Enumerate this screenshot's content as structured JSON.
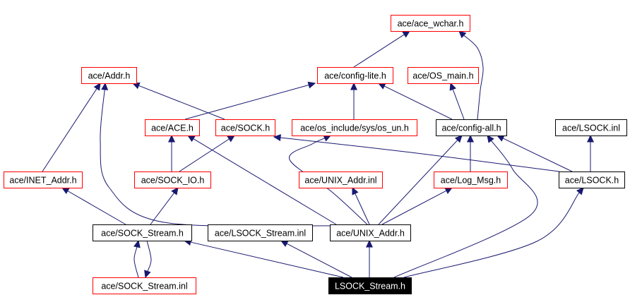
{
  "colors": {
    "edge": "#191970",
    "documented_border": "#000000",
    "undocumented_border": "#ff0000",
    "root_fill": "#000000",
    "root_text": "#ffffff",
    "text": "#000000",
    "background": "#ffffff"
  },
  "nodes": [
    {
      "id": "wchar",
      "label": "ace/ace_wchar.h",
      "kind": "undocumented"
    },
    {
      "id": "addr",
      "label": "ace/Addr.h",
      "kind": "undocumented"
    },
    {
      "id": "cfglite",
      "label": "ace/config-lite.h",
      "kind": "undocumented"
    },
    {
      "id": "osmain",
      "label": "ace/OS_main.h",
      "kind": "undocumented"
    },
    {
      "id": "ace",
      "label": "ace/ACE.h",
      "kind": "undocumented"
    },
    {
      "id": "sock",
      "label": "ace/SOCK.h",
      "kind": "undocumented"
    },
    {
      "id": "osun",
      "label": "ace/os_include/sys/os_un.h",
      "kind": "undocumented"
    },
    {
      "id": "cfgall",
      "label": "ace/config-all.h",
      "kind": "documented"
    },
    {
      "id": "lsockinl",
      "label": "ace/LSOCK.inl",
      "kind": "documented"
    },
    {
      "id": "inet",
      "label": "ace/INET_Addr.h",
      "kind": "undocumented"
    },
    {
      "id": "sockio",
      "label": "ace/SOCK_IO.h",
      "kind": "undocumented"
    },
    {
      "id": "unixinl",
      "label": "ace/UNIX_Addr.inl",
      "kind": "undocumented"
    },
    {
      "id": "logmsg",
      "label": "ace/Log_Msg.h",
      "kind": "undocumented"
    },
    {
      "id": "lsock",
      "label": "ace/LSOCK.h",
      "kind": "documented"
    },
    {
      "id": "sockstr",
      "label": "ace/SOCK_Stream.h",
      "kind": "documented"
    },
    {
      "id": "lsstrinl",
      "label": "ace/LSOCK_Stream.inl",
      "kind": "documented"
    },
    {
      "id": "unixaddr",
      "label": "ace/UNIX_Addr.h",
      "kind": "documented"
    },
    {
      "id": "sockstrinl",
      "label": "ace/SOCK_Stream.inl",
      "kind": "undocumented"
    },
    {
      "id": "root",
      "label": "LSOCK_Stream.h",
      "kind": "root"
    }
  ],
  "edges": [
    {
      "from": "cfglite",
      "to": "wchar"
    },
    {
      "from": "cfgall",
      "to": "wchar"
    },
    {
      "from": "ace",
      "to": "cfglite"
    },
    {
      "from": "sock",
      "to": "addr"
    },
    {
      "from": "osun",
      "to": "cfglite"
    },
    {
      "from": "cfgall",
      "to": "cfglite"
    },
    {
      "from": "cfgall",
      "to": "osmain"
    },
    {
      "from": "inet",
      "to": "addr"
    },
    {
      "from": "sockio",
      "to": "ace"
    },
    {
      "from": "sockio",
      "to": "sock"
    },
    {
      "from": "unixaddr",
      "to": "addr"
    },
    {
      "from": "unixaddr",
      "to": "ace"
    },
    {
      "from": "unixaddr",
      "to": "osun"
    },
    {
      "from": "unixaddr",
      "to": "unixinl"
    },
    {
      "from": "unixaddr",
      "to": "logmsg"
    },
    {
      "from": "unixaddr",
      "to": "cfgall"
    },
    {
      "from": "logmsg",
      "to": "cfgall"
    },
    {
      "from": "lsock",
      "to": "cfgall"
    },
    {
      "from": "lsock",
      "to": "lsockinl"
    },
    {
      "from": "lsock",
      "to": "sock"
    },
    {
      "from": "sockstr",
      "to": "inet"
    },
    {
      "from": "sockstr",
      "to": "sockio"
    },
    {
      "from": "sockstr",
      "to": "sockstrinl"
    },
    {
      "from": "sockstrinl",
      "to": "sockstr"
    },
    {
      "from": "root",
      "to": "sockstr"
    },
    {
      "from": "root",
      "to": "lsstrinl"
    },
    {
      "from": "root",
      "to": "unixaddr"
    },
    {
      "from": "root",
      "to": "cfgall"
    },
    {
      "from": "root",
      "to": "lsock"
    }
  ]
}
